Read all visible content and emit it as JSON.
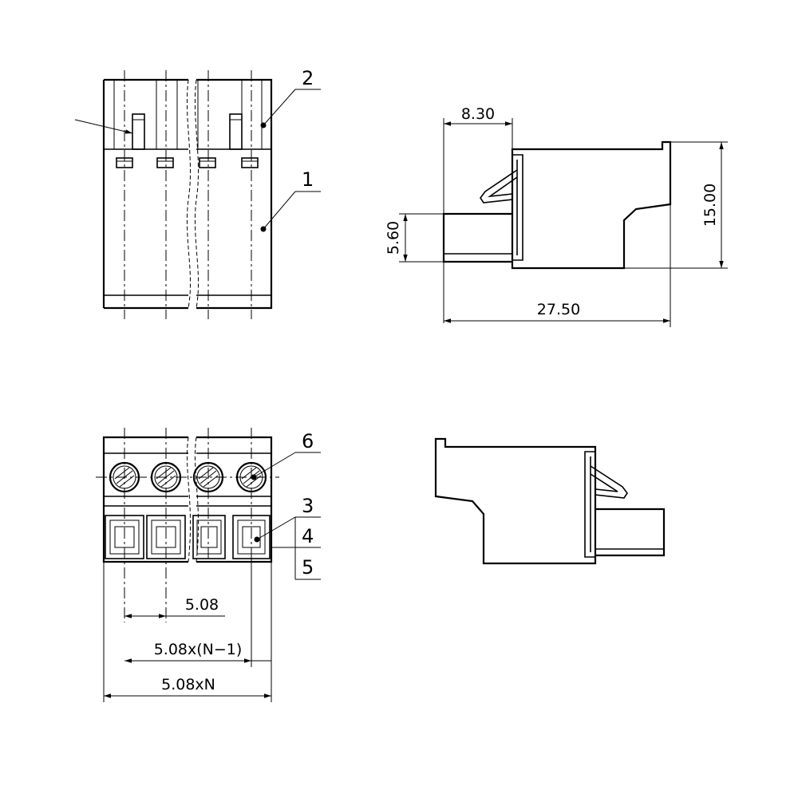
{
  "front_view": {
    "callout_1": "1",
    "callout_2": "2"
  },
  "side_view": {
    "dim_lock": "8.30",
    "dim_height": "15.00",
    "dim_pin": "5.60",
    "dim_length": "27.50"
  },
  "top_view": {
    "callout_3": "3",
    "callout_4": "4",
    "callout_5": "5",
    "callout_6": "6",
    "dim_pitch": "5.08",
    "dim_span": "5.08x(N−1)",
    "dim_total": "5.08xN"
  },
  "colors": {
    "line": "#000000",
    "background": "#ffffff"
  }
}
